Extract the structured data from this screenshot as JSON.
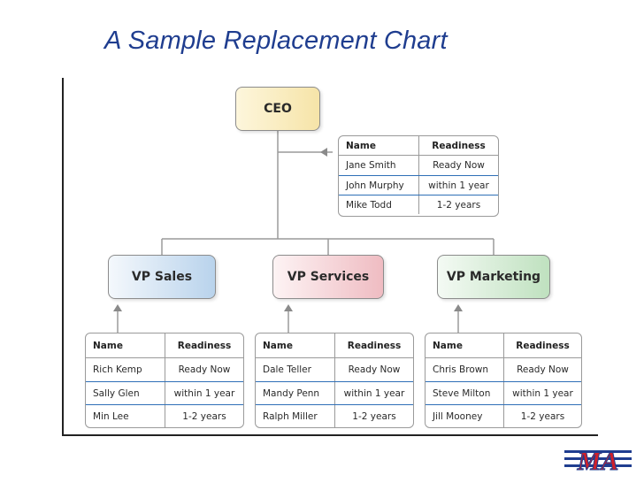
{
  "slide": {
    "title": "A Sample Replacement Chart"
  },
  "table_headers": {
    "name": "Name",
    "readiness": "Readiness"
  },
  "ceo": {
    "label": "CEO",
    "candidates": [
      {
        "name": "Jane Smith",
        "readiness": "Ready Now"
      },
      {
        "name": "John Murphy",
        "readiness": "within 1 year"
      },
      {
        "name": "Mike Todd",
        "readiness": "1-2 years"
      }
    ]
  },
  "vp_sales": {
    "label": "VP Sales",
    "candidates": [
      {
        "name": "Rich Kemp",
        "readiness": "Ready Now"
      },
      {
        "name": "Sally Glen",
        "readiness": "within 1 year"
      },
      {
        "name": "Min Lee",
        "readiness": "1-2 years"
      }
    ]
  },
  "vp_services": {
    "label": "VP Services",
    "candidates": [
      {
        "name": "Dale Teller",
        "readiness": "Ready Now"
      },
      {
        "name": "Mandy Penn",
        "readiness": "within 1 year"
      },
      {
        "name": "Ralph Miller",
        "readiness": "1-2 years"
      }
    ]
  },
  "vp_marketing": {
    "label": "VP Marketing",
    "candidates": [
      {
        "name": "Chris Brown",
        "readiness": "Ready Now"
      },
      {
        "name": "Steve Milton",
        "readiness": "within 1 year"
      },
      {
        "name": "Jill Mooney",
        "readiness": "1-2 years"
      }
    ]
  },
  "logo": {
    "text": "MA",
    "colors": {
      "red": "#d0202a",
      "blue": "#1f3d8f"
    }
  }
}
